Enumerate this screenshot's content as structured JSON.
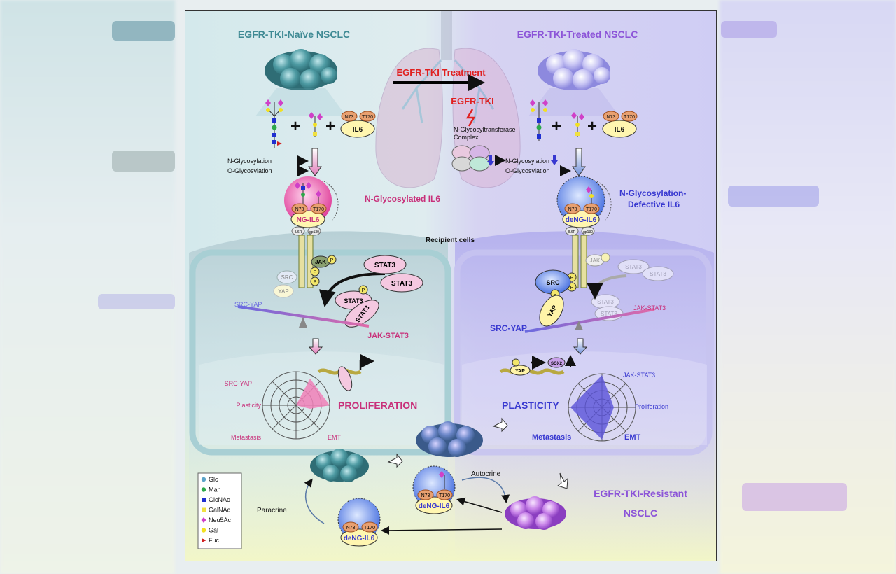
{
  "headers": {
    "naive": "EGFR-TKI-Naïve NSCLC",
    "treated": "EGFR-TKI-Treated NSCLC"
  },
  "treatment": {
    "arrow_label": "EGFR-TKI Treatment",
    "drug": "EGFR-TKI",
    "complex": "N-Glycosyltransferase\nComplex"
  },
  "glycosylation": {
    "n": "N-Glycosylation",
    "o": "O-Glycosylation"
  },
  "il6": {
    "label": "IL6",
    "site1": "N73",
    "site2": "T170",
    "ng_il6": "NG-IL6",
    "deng_il6": "deNG-IL6",
    "n_glycosylated": "N-Glycosylated IL6",
    "defective_line1": "N-Glycosylation-",
    "defective_line2": "Defective IL6"
  },
  "recipient": "Recipient cells",
  "receptor": {
    "il6r": "IL6R",
    "gp130": "gp130"
  },
  "signaling": {
    "jak": "JAK",
    "p": "P",
    "stat3": "STAT3",
    "src": "SRC",
    "yap": "YAP",
    "sox2": "SOX2",
    "src_yap": "SRC-YAP",
    "jak_stat3": "JAK-STAT3"
  },
  "radar_left": {
    "axes": [
      "SRC-YAP",
      "Plasticity",
      "Metastasis",
      "EMT"
    ],
    "outcome": "PROLIFERATION"
  },
  "radar_right": {
    "axes": [
      "JAK-STAT3",
      "Proliferation",
      "EMT",
      "Metastasis"
    ],
    "outcome": "PLASTICITY"
  },
  "bottom": {
    "autocrine": "Autocrine",
    "paracrine": "Paracrine",
    "resistant_line1": "EGFR-TKI-Resistant",
    "resistant_line2": "NSCLC"
  },
  "legend": [
    {
      "label": "Glc",
      "color": "#5aa3c8",
      "shape": "circle"
    },
    {
      "label": "Man",
      "color": "#2da84a",
      "shape": "circle"
    },
    {
      "label": "GlcNAc",
      "color": "#1f2fd0",
      "shape": "square"
    },
    {
      "label": "GalNAc",
      "color": "#f0e040",
      "shape": "square"
    },
    {
      "label": "Neu5Ac",
      "color": "#d040c8",
      "shape": "diamond"
    },
    {
      "label": "Gal",
      "color": "#f2e020",
      "shape": "circle"
    },
    {
      "label": "Fuc",
      "color": "#d02020",
      "shape": "triangle"
    }
  ],
  "colors": {
    "naive": "#3f8a94",
    "treated": "#8c54d8",
    "red": "#e02020",
    "magenta": "#c8307a",
    "blue": "#3838d0"
  }
}
